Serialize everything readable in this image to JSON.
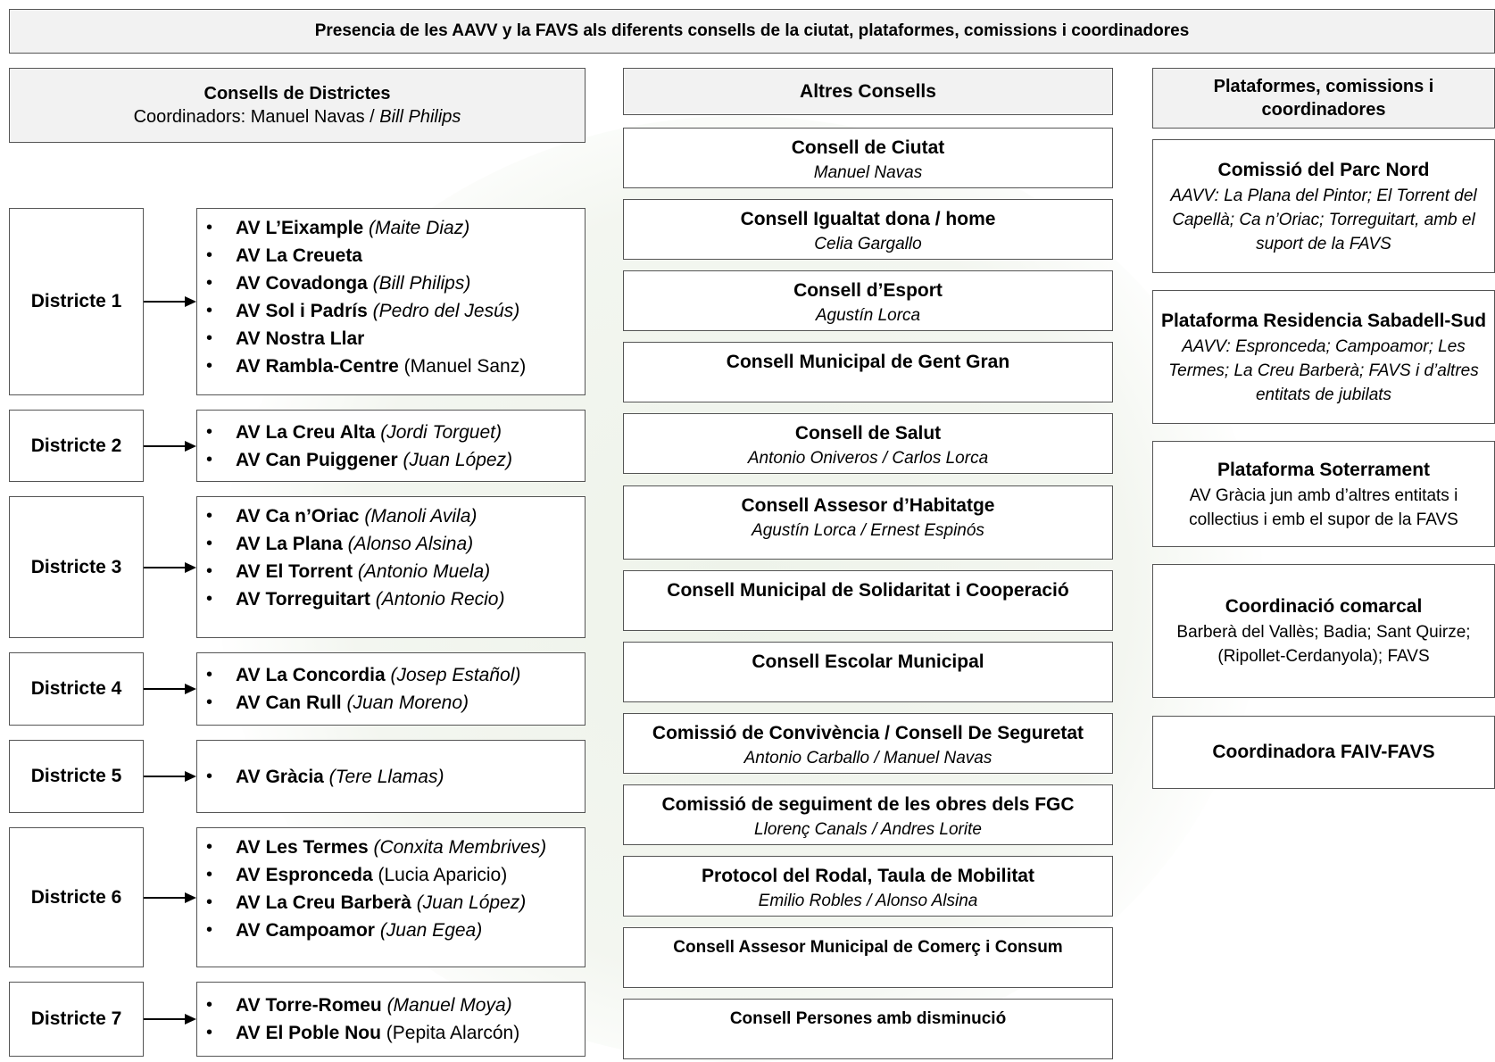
{
  "title": "Presencia de les AAVV y la FAVS als diferents consells de la ciutat, plataformes, comissions i coordinadores",
  "districts_header": {
    "title": "Consells de Districtes",
    "coord_prefix": "Coordinadors: Manuel Navas / ",
    "coord_italic": "Bill Philips"
  },
  "districts": [
    {
      "label": "Districte 1",
      "items": [
        {
          "name": "AV L’Eixample",
          "person": " (Maite Diaz)",
          "italic": true
        },
        {
          "name": "AV La Creueta",
          "person": "",
          "italic": false
        },
        {
          "name": "AV Covadonga",
          "person": " (Bill Philips)",
          "italic": true
        },
        {
          "name": "AV Sol i Padrís",
          "person": " (Pedro del Jesús)",
          "italic": true
        },
        {
          "name": "AV Nostra Llar",
          "person": "",
          "italic": false
        },
        {
          "name": "AV Rambla-Centre",
          "person": " (Manuel Sanz)",
          "italic": false
        }
      ]
    },
    {
      "label": "Districte 2",
      "items": [
        {
          "name": "AV La Creu Alta",
          "person": " (Jordi Torguet)",
          "italic": true
        },
        {
          "name": "AV Can Puiggener",
          "person": " (Juan López)",
          "italic": true
        }
      ]
    },
    {
      "label": "Districte 3",
      "items": [
        {
          "name": "AV Ca n’Oriac",
          "person": " (Manoli Avila)",
          "italic": true
        },
        {
          "name": "AV La Plana",
          "person": " (Alonso Alsina)",
          "italic": true
        },
        {
          "name": "AV El Torrent",
          "person": "  (Antonio Muela)",
          "italic": true
        },
        {
          "name": "AV Torreguitart",
          "person": " (Antonio Recio)",
          "italic": true
        }
      ]
    },
    {
      "label": "Districte 4",
      "items": [
        {
          "name": "AV La Concordia",
          "person": " (Josep Estañol)",
          "italic": true
        },
        {
          "name": "AV Can Rull",
          "person": " (Juan Moreno)",
          "italic": true
        }
      ]
    },
    {
      "label": "Districte 5",
      "items": [
        {
          "name": "AV Gràcia",
          "person": " (Tere Llamas)",
          "italic": true
        }
      ]
    },
    {
      "label": "Districte 6",
      "items": [
        {
          "name": "AV Les Termes",
          "person": " (Conxita Membrives)",
          "italic": true
        },
        {
          "name": "AV Espronceda",
          "person": " (Lucia Aparicio)",
          "italic": false
        },
        {
          "name": "AV La Creu Barberà",
          "person": "  (Juan López)",
          "italic": true
        },
        {
          "name": "AV Campoamor",
          "person": " (Juan Egea)",
          "italic": true
        }
      ]
    },
    {
      "label": "Districte 7",
      "items": [
        {
          "name": "AV Torre-Romeu",
          "person": " (Manuel Moya)",
          "italic": true
        },
        {
          "name": "AV El Poble Nou",
          "person": " (Pepita Alarcón)",
          "italic": false
        }
      ]
    }
  ],
  "councils_header": "Altres Consells",
  "councils": [
    {
      "name": "Consell de Ciutat",
      "sub": "Manuel Navas"
    },
    {
      "name": "Consell Igualtat dona / home",
      "sub": "Celia Gargallo"
    },
    {
      "name": "Consell d’Esport",
      "sub": "Agustín Lorca"
    },
    {
      "name": "Consell Municipal de Gent Gran",
      "sub": ""
    },
    {
      "name": "Consell de Salut",
      "sub": "Antonio Oniveros / Carlos Lorca"
    },
    {
      "name": "Consell Assesor d’Habitatge",
      "sub": "Agustín Lorca / Ernest Espinós"
    },
    {
      "name": "Consell Municipal de Solidaritat i Cooperació",
      "sub": ""
    },
    {
      "name": "Consell Escolar Municipal",
      "sub": ""
    },
    {
      "name": "Comissió de Convivència / Consell De Seguretat",
      "sub": "Antonio Carballo / Manuel Navas"
    },
    {
      "name": "Comissió de seguiment de les obres dels FGC",
      "sub": "Llorenç Canals  / Andres Lorite"
    },
    {
      "name": "Protocol del Rodal, Taula de Mobilitat",
      "sub": "Emilio Robles / Alonso Alsina"
    },
    {
      "name": "Consell Assesor Municipal de Comerç i Consum",
      "sub": ""
    },
    {
      "name": "Consell Persones amb disminució",
      "sub": ""
    }
  ],
  "platforms_header": "Plataformes, comissions i coordinadores",
  "platforms": [
    {
      "name": "Comissió del Parc Nord",
      "desc": "AAVV: La Plana del Pintor; El Torrent del Capellà; Ca n’Oriac; Torreguitart, amb el suport de la FAVS",
      "italic": true
    },
    {
      "name": "Plataforma Residencia Sabadell-Sud",
      "desc": "AAVV: Espronceda;  Campoamor; Les Termes; La Creu Barberà; FAVS i d’altres entitats de jubilats",
      "italic": true
    },
    {
      "name": "Plataforma Soterrament",
      "desc": "AV Gràcia jun amb d’altres entitats i collectius i emb el supor de la FAVS",
      "italic": false
    },
    {
      "name": "Coordinació comarcal",
      "desc": "Barberà del Vallès; Badia; Sant Quirze; (Ripollet-Cerdanyola); FAVS",
      "italic": false
    },
    {
      "name": "Coordinadora FAIV-FAVS",
      "desc": "",
      "italic": false
    }
  ]
}
